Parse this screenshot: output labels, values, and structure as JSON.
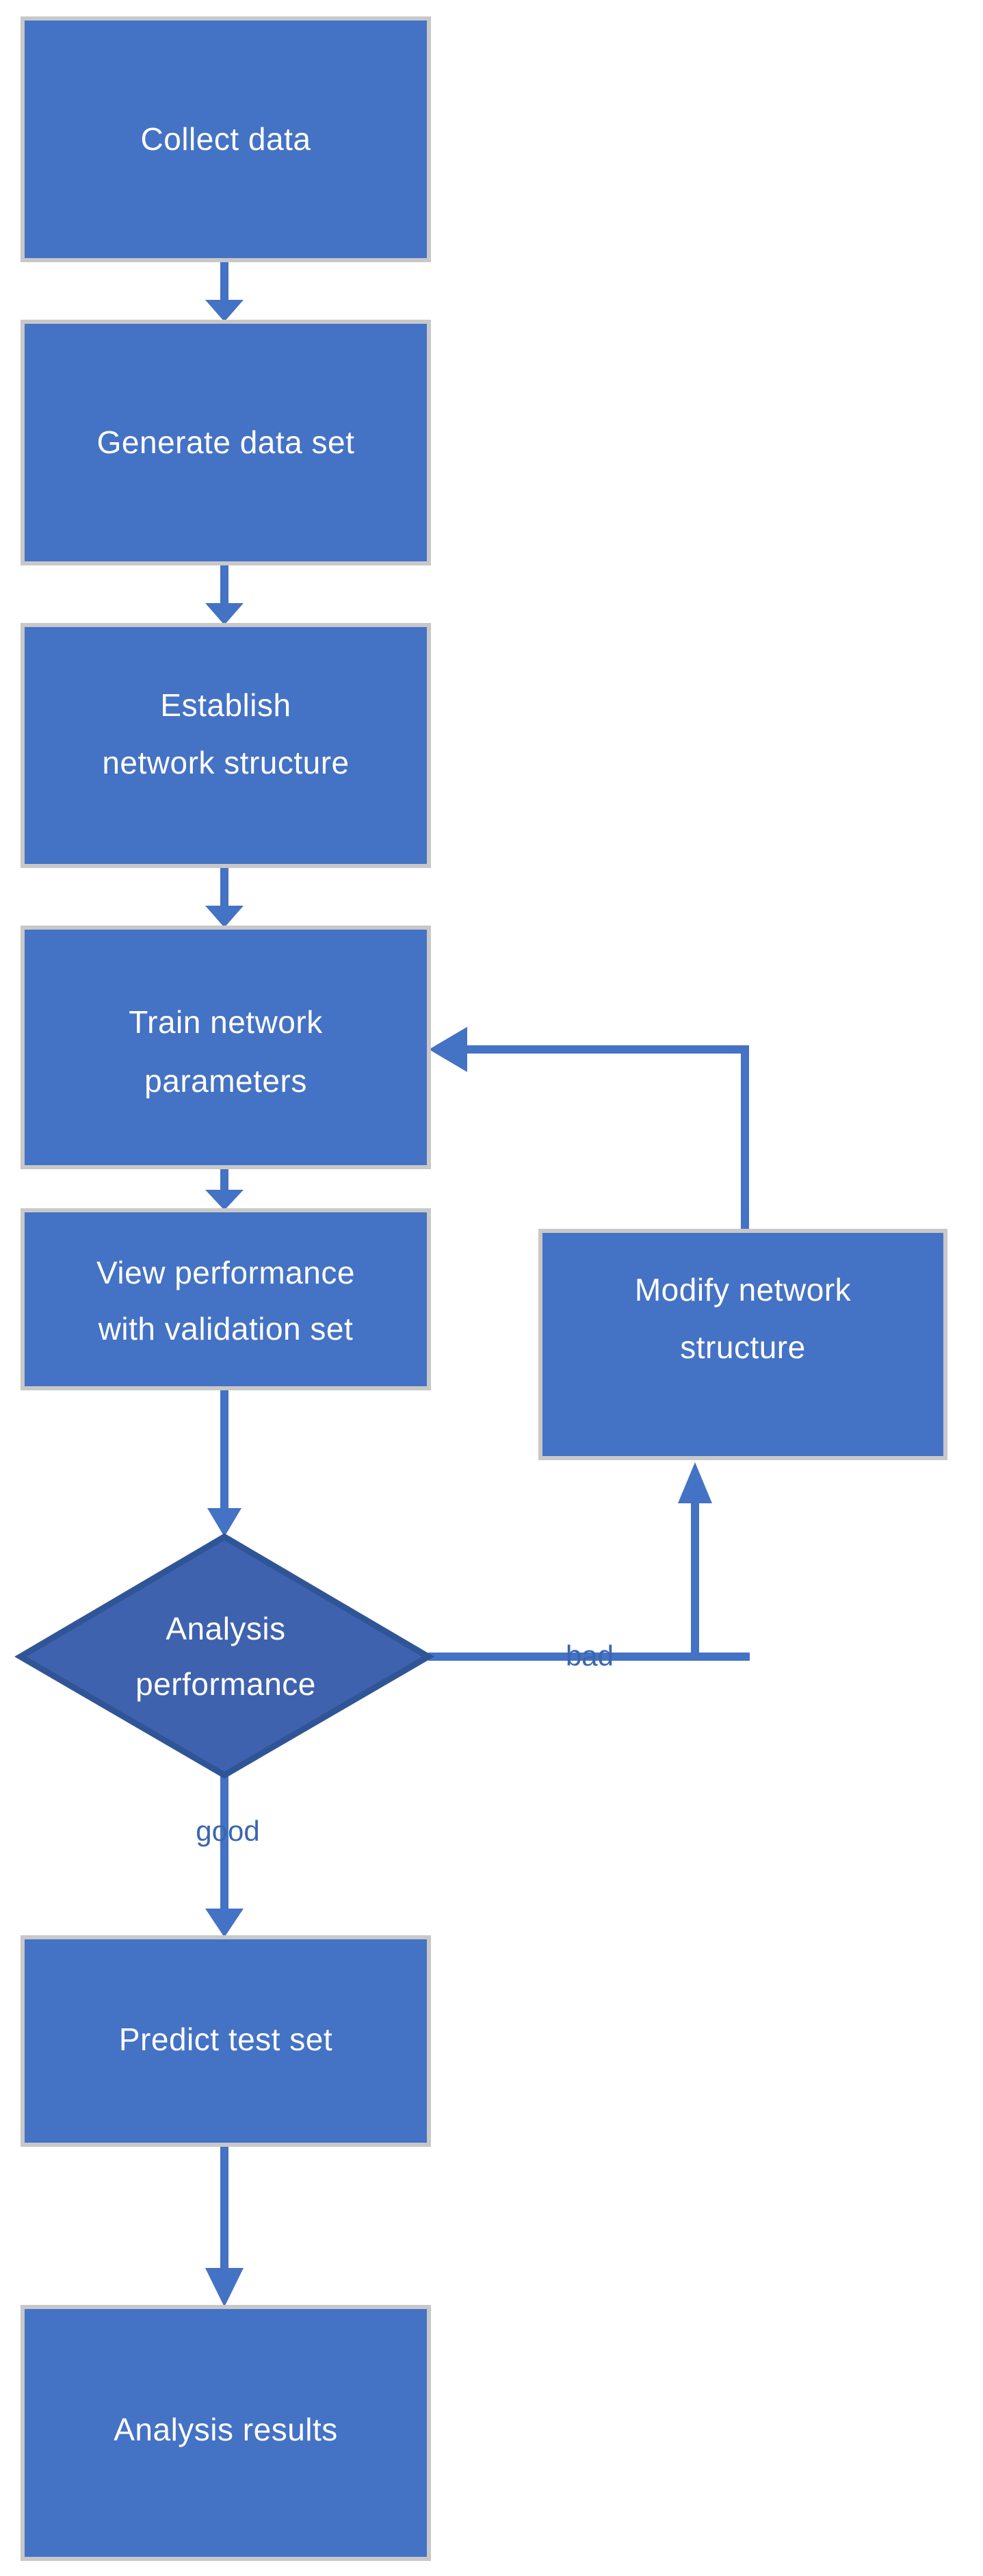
{
  "diagram": {
    "title": "Neural network modeling workflow flowchart",
    "type": "flowchart",
    "background_color": "#FFFFFF",
    "palette": {
      "node_fill": "#4472C4",
      "node_border": "#C8C8C8",
      "decision_fill": "#3F62AF",
      "decision_border": "#2F5597",
      "connector": "#4472C4",
      "node_text": "#FFFFFF",
      "edge_text": "#3A66B0"
    },
    "nodes": [
      {
        "id": "collect-data",
        "shape": "process",
        "lines": [
          "Collect data"
        ]
      },
      {
        "id": "generate-data-set",
        "shape": "process",
        "lines": [
          "Generate data set"
        ]
      },
      {
        "id": "establish-network-structure",
        "shape": "process",
        "lines": [
          "Establish",
          "network structure"
        ]
      },
      {
        "id": "train-network-parameters",
        "shape": "process",
        "lines": [
          "Train network",
          "parameters"
        ]
      },
      {
        "id": "view-performance-validation",
        "shape": "process",
        "lines": [
          "View performance",
          "with validation set"
        ]
      },
      {
        "id": "modify-network-structure",
        "shape": "process",
        "lines": [
          "Modify network",
          "structure"
        ]
      },
      {
        "id": "analysis-performance",
        "shape": "decision",
        "lines": [
          "Analysis",
          "performance"
        ]
      },
      {
        "id": "predict-test-set",
        "shape": "process",
        "lines": [
          "Predict test set"
        ]
      },
      {
        "id": "analysis-results",
        "shape": "process",
        "lines": [
          "Analysis results"
        ]
      }
    ],
    "edges": [
      {
        "id": "e1",
        "from": "collect-data",
        "to": "generate-data-set",
        "label": ""
      },
      {
        "id": "e2",
        "from": "generate-data-set",
        "to": "establish-network-structure",
        "label": ""
      },
      {
        "id": "e3",
        "from": "establish-network-structure",
        "to": "train-network-parameters",
        "label": ""
      },
      {
        "id": "e4",
        "from": "train-network-parameters",
        "to": "view-performance-validation",
        "label": ""
      },
      {
        "id": "e5",
        "from": "view-performance-validation",
        "to": "analysis-performance",
        "label": ""
      },
      {
        "id": "e6",
        "from": "analysis-performance",
        "to": "modify-network-structure",
        "label": "bad"
      },
      {
        "id": "e7",
        "from": "modify-network-structure",
        "to": "train-network-parameters",
        "label": ""
      },
      {
        "id": "e8",
        "from": "analysis-performance",
        "to": "predict-test-set",
        "label": "good"
      },
      {
        "id": "e9",
        "from": "predict-test-set",
        "to": "analysis-results",
        "label": ""
      }
    ],
    "labels": {
      "bad": "bad",
      "good": "good"
    },
    "node_text": {
      "collect_data_l1": "Collect data",
      "generate_data_set_l1": "Generate data set",
      "establish_l1": "Establish",
      "establish_l2": "network structure",
      "train_l1": "Train network",
      "train_l2": "parameters",
      "view_l1": "View performance",
      "view_l2": "with validation set",
      "modify_l1": "Modify network",
      "modify_l2": "structure",
      "analysis_perf_l1": "Analysis",
      "analysis_perf_l2": "performance",
      "predict_l1": "Predict test set",
      "results_l1": "Analysis results"
    }
  }
}
